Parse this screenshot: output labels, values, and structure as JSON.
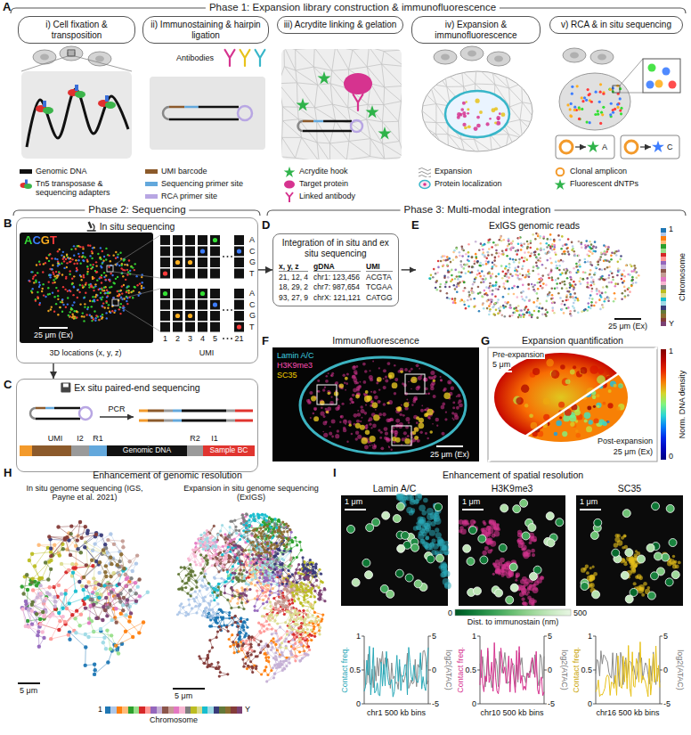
{
  "diagram": {
    "nodes": [
      {
        "text": [
          "i) Cell fixation & transposition"
        ]
      },
      {
        "text": [
          "ii) Immunostaining & hairpin ligation"
        ]
      },
      {
        "text": [
          "iii) Acrydite linking & gelation"
        ]
      },
      {
        "text": [
          "iv) Expansion & immunofluorescence"
        ]
      },
      {
        "text": [
          "v) RCA & in situ sequencing"
        ]
      },
      {
        "text": [
          "In situ sequencing"
        ]
      },
      {
        "text": [
          "Ex situ paired-end sequencing"
        ]
      },
      {
        "text": [
          "Integration of in situ and ex situ sequencing",
          "x, y, z",
          "gDNA",
          "UMI",
          "21, 12, 4",
          "chr1: 123,456",
          "ACGTA",
          "18, 29, 2",
          "chr7: 987,654",
          "TCGAA",
          "93, 27, 9",
          "chrX: 121,121",
          "CATGG"
        ]
      }
    ],
    "edges": [
      {
        "from": 5,
        "to": 6,
        "arrow": "to"
      },
      {
        "from": 5,
        "to": 7,
        "arrow": "to"
      }
    ],
    "labels": [
      "A",
      "Phase 1: Expansion library construction & immunofluorescence",
      "Antibodies",
      "A",
      "C",
      "B",
      "Phase 2: Sequencing",
      "Phase 3: Multi-modal integration",
      "ACGT",
      "25 μm (Ex)",
      "3D locations (x, y, z)",
      "UMI",
      "A",
      "C",
      "G",
      "T",
      "A",
      "C",
      "G",
      "T",
      "1",
      "2",
      "3",
      "4",
      "5",
      "21",
      "C",
      "PCR",
      "UMI",
      "I2",
      "R1",
      "Genomic DNA",
      "R2",
      "I1",
      "Sample BC",
      "D",
      "E",
      "ExIGS genomic reads",
      "25 μm (Ex)",
      "1",
      "Y",
      "Chromosome",
      "F",
      "Immunofluorescence",
      "Lamin A/C",
      "H3K9me3",
      "SC35",
      "25 μm (Ex)",
      "G",
      "Expansion quantification",
      "Pre-expansion",
      "5 μm",
      "Post-expansion",
      "25 μm (Ex)",
      "1",
      "0",
      "Norm. DNA density",
      "H",
      "Enhancement of genomic resolution",
      "In situ genome sequencing (IGS, Payne et al. 2021)",
      "Expansion in situ genome sequencing (ExIGS)",
      "5 μm",
      "5 μm",
      "1",
      "Y",
      "Chromosome",
      "I",
      "Enhancement of spatial resolution",
      "Lamin A/C",
      "H3K9me3",
      "SC35",
      "1 μm",
      "1 μm",
      "1 μm",
      "0",
      "Dist. to immunostain (nm)",
      "500",
      "Contact freq.",
      "1",
      "0.5",
      "0",
      "log2(ATAC)",
      "5",
      "0",
      "-5",
      "chr1 500 kb bins",
      "Contact freq.",
      "1",
      "0.5",
      "0",
      "log2(ATAC)",
      "5",
      "0",
      "-5",
      "chr10 500 kb bins",
      "Contact freq.",
      "1",
      "0.5",
      "0",
      "log2(ATAC)",
      "5",
      "0",
      "-5",
      "chr16 500 kb bins"
    ],
    "legend": [
      {
        "text": "Genomic DNA",
        "color": "#111111"
      },
      {
        "text": "Tn5 transposase & sequencing adapters"
      },
      {
        "text": "UMI barcode",
        "color": "#8c5a2b"
      },
      {
        "text": "Sequencing primer site",
        "color": "#63a8dc"
      },
      {
        "text": "RCA primer site",
        "color": "#b8a6e3"
      },
      {
        "text": "Acrydite hook"
      },
      {
        "text": "Target protein"
      },
      {
        "text": "Linked antibody"
      },
      {
        "text": "Expansion"
      },
      {
        "text": "Protein localization"
      },
      {
        "text": "Clonal amplicon"
      },
      {
        "text": "Fluorescent dNTPs"
      }
    ]
  }
}
